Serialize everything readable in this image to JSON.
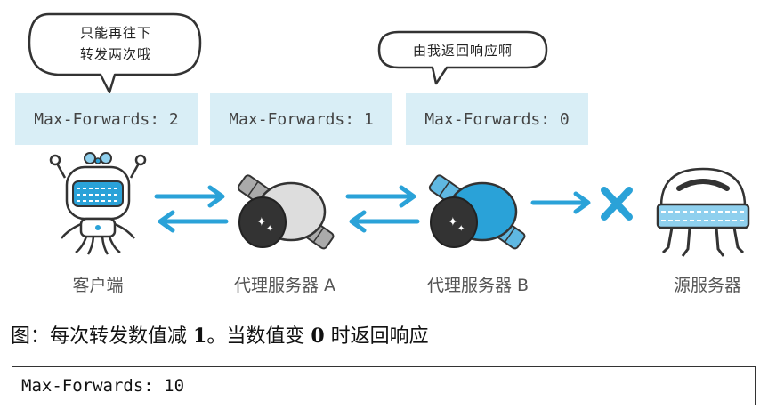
{
  "bubbles": [
    {
      "line1": "只能再往下",
      "line2": "转发两次哦"
    },
    {
      "line1": "由我返回响应啊"
    }
  ],
  "headers": [
    {
      "text": "Max-Forwards: 2"
    },
    {
      "text": "Max-Forwards: 1"
    },
    {
      "text": "Max-Forwards: 0"
    }
  ],
  "nodes": [
    {
      "label": "客户端"
    },
    {
      "label": "代理服务器 A"
    },
    {
      "label": "代理服务器 B"
    },
    {
      "label": "源服务器"
    }
  ],
  "caption": {
    "prefix": "图：每次转发数值减 ",
    "num1": "1",
    "middle": "。当数值变 ",
    "num2": "0",
    "suffix": " 时返回响应"
  },
  "code": {
    "text": "Max-Forwards: 10"
  },
  "colors": {
    "accent": "#2aa2d8",
    "header_bg": "#d9eef6",
    "stroke": "#333333"
  }
}
